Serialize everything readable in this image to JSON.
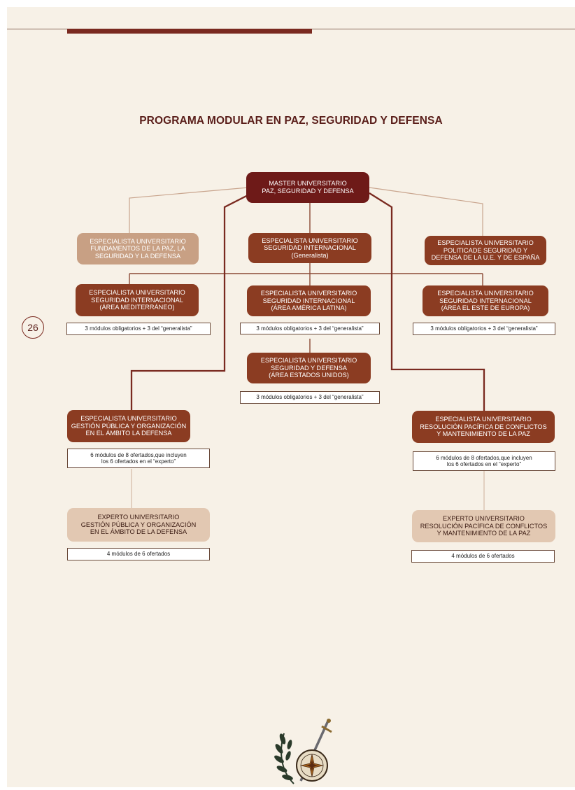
{
  "page": {
    "title": "PROGRAMA MODULAR EN PAZ, SEGURIDAD Y DEFENSA",
    "page_number": "26"
  },
  "colors": {
    "page_bg": "#f7f1e7",
    "dark": "#6e1a18",
    "mid": "#8b3c22",
    "light": "#c8a084",
    "pale": "#e2c8b2",
    "line_thick": "#7a2a20",
    "line_thin": "#c9a58e"
  },
  "nodes": {
    "master": [
      "MASTER UNIVERSITARIO",
      "PAZ, SEGURIDAD Y DEFENSA"
    ],
    "fundamentos": [
      "ESPECIALISTA UNIVERSITARIO",
      "FUNDAMENTOS DE LA PAZ, LA",
      "SEGURIDAD Y LA DEFENSA"
    ],
    "seg_generalista": [
      "ESPECIALISTA UNIVERSITARIO",
      "SEGURIDAD INTERNACIONAL",
      "(Generalista)"
    ],
    "politica": [
      "ESPECIALISTA UNIVERSITARIO",
      "POLITICADE SEGURIDAD Y",
      "DEFENSA DE LA U.E. Y DE ESPAÑA"
    ],
    "mediterraneo": [
      "ESPECIALISTA UNIVERSITARIO",
      "SEGURIDAD INTERNACIONAL",
      "(ÁREA MEDITERRÁNEO)"
    ],
    "america_latina": [
      "ESPECIALISTA UNIVERSITARIO",
      "SEGURIDAD INTERNACIONAL",
      "(ÁREA AMÉRICA LATINA)"
    ],
    "este_europa": [
      "ESPECIALISTA UNIVERSITARIO",
      "SEGURIDAD INTERNACIONAL",
      "(ÁREA EL ESTE DE EUROPA)"
    ],
    "estados_unidos": [
      "ESPECIALISTA UNIVERSITARIO",
      "SEGURIDAD Y DEFENSA",
      "(ÁREA ESTADOS UNIDOS)"
    ],
    "gestion_especialista": [
      "ESPECIALISTA UNIVERSITARIO",
      "GESTIÓN PÚBLICA Y ORGANIZACIÓN",
      "EN EL ÁMBITO LA DEFENSA"
    ],
    "resolucion_especialista": [
      "ESPECIALISTA UNIVERSITARIO",
      "RESOLUCIÓN PACÍFICA DE CONFLICTOS",
      "Y MANTENIMIENTO DE LA PAZ"
    ],
    "gestion_experto": [
      "EXPERTO UNIVERSITARIO",
      "GESTIÓN PÚBLICA Y ORGANIZACIÓN",
      "EN EL ÁMBITO DE LA DEFENSA"
    ],
    "resolucion_experto": [
      "EXPERTO UNIVERSITARIO",
      "RESOLUCIÓN PACÍFICA DE CONFLICTOS",
      "Y MANTENIMIENTO DE LA PAZ"
    ]
  },
  "notes": {
    "mediterraneo": [
      "3 módulos obligatorios + 3 del “generalista”"
    ],
    "america_latina": [
      "3 módulos obligatorios + 3 del “generalista”"
    ],
    "este_europa": [
      "3 módulos obligatorios + 3 del “generalista”"
    ],
    "estados_unidos": [
      "3 módulos obligatorios + 3 del “generalista”"
    ],
    "gestion_especialista": [
      "6 módulos de  8 ofertados,que incluyen",
      "los 6 ofertados en el  “experto”"
    ],
    "resolucion_especialista": [
      "6 módulos de  8 ofertados,que incluyen",
      "los 6 ofertados en el  “experto”"
    ],
    "gestion_experto": [
      "4 módulos de  6 ofertados"
    ],
    "resolucion_experto": [
      "4 módulos de  6 ofertados"
    ]
  }
}
